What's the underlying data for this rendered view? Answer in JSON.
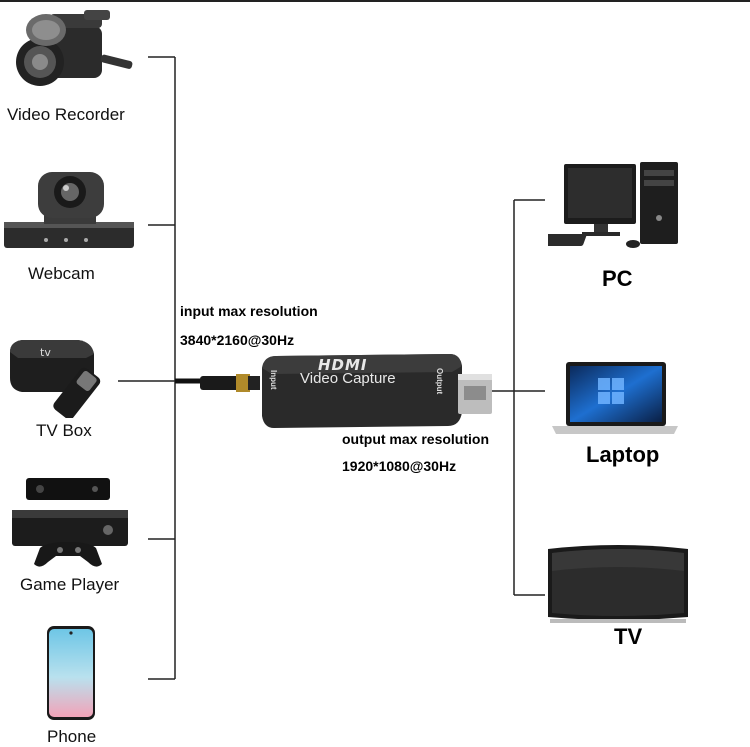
{
  "inputs": [
    {
      "label": "Video Recorder",
      "icon": "video-recorder-icon"
    },
    {
      "label": "Webcam",
      "icon": "webcam-icon"
    },
    {
      "label": "TV Box",
      "icon": "tv-box-icon"
    },
    {
      "label": "Game Player",
      "icon": "game-console-icon"
    },
    {
      "label": "Phone",
      "icon": "phone-icon"
    }
  ],
  "outputs": [
    {
      "label": "PC",
      "icon": "desktop-pc-icon"
    },
    {
      "label": "Laptop",
      "icon": "laptop-icon"
    },
    {
      "label": "TV",
      "icon": "tv-icon"
    }
  ],
  "device": {
    "brand": "HDMI",
    "name": "Video Capture",
    "input_port": "Input",
    "output_port": "Output"
  },
  "specs": {
    "input_title": "input max resolution",
    "input_value": "3840*2160@30Hz",
    "output_title": "output max resolution",
    "output_value": "1920*1080@30Hz"
  },
  "colors": {
    "line": "#222222",
    "device_body": "#2a2a2a"
  }
}
